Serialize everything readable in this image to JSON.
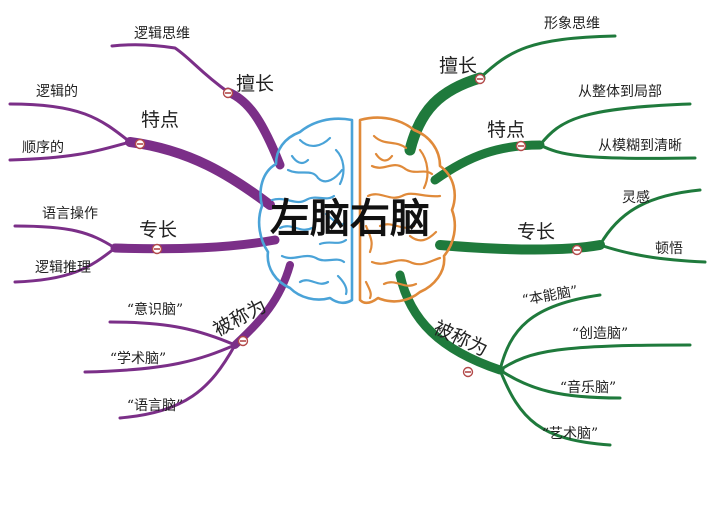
{
  "title": "左脑右脑",
  "colors": {
    "left_branch": "#7b2f88",
    "right_branch": "#1f7a3c",
    "left_brain": "#4aa3d8",
    "right_brain": "#e08a3a",
    "collapse_marker": "#b34a4a"
  },
  "left": {
    "branches": [
      {
        "label": "擅长",
        "leaves": [
          "逻辑思维"
        ]
      },
      {
        "label": "特点",
        "leaves": [
          "逻辑的",
          "顺序的"
        ]
      },
      {
        "label": "专长",
        "leaves": [
          "语言操作",
          "逻辑推理"
        ]
      },
      {
        "label": "被称为",
        "leaves": [
          "“意识脑”",
          "“学术脑”",
          "“语言脑”"
        ]
      }
    ]
  },
  "right": {
    "branches": [
      {
        "label": "擅长",
        "leaves": [
          "形象思维"
        ]
      },
      {
        "label": "特点",
        "leaves": [
          "从整体到局部",
          "从模糊到清晰"
        ]
      },
      {
        "label": "专长",
        "leaves": [
          "灵感",
          "顿悟"
        ]
      },
      {
        "label": "被称为",
        "leaves": [
          "“本能脑”",
          "“创造脑”",
          "“音乐脑”",
          "“艺术脑”"
        ]
      }
    ]
  }
}
